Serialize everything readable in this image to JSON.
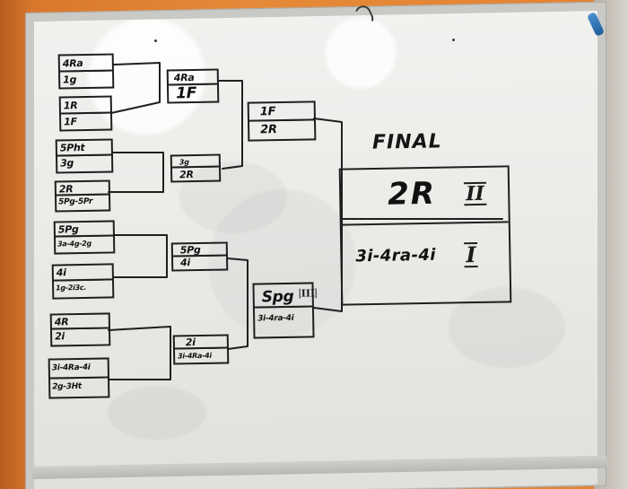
{
  "image": {
    "alt_text": "A whiteboard with a hand-drawn tournament bracket."
  },
  "bracket": {
    "round1": [
      {
        "top": "4Ra",
        "bottom": "1g"
      },
      {
        "top": "1R",
        "bottom": "1F"
      },
      {
        "top": "5Pht",
        "bottom": "3g"
      },
      {
        "top": "2R",
        "bottom": "5Pg-5Pr"
      },
      {
        "top": "5Pg",
        "bottom": "3a-4g-2g"
      },
      {
        "top": "4i",
        "bottom": "1g-2i3c."
      },
      {
        "top": "4R",
        "bottom": "2i"
      },
      {
        "top": "3i-4Ra-4i",
        "bottom": "2g-3Ht"
      }
    ],
    "round2": [
      {
        "top": "4Ra",
        "bottom": "1F"
      },
      {
        "top": "3g",
        "bottom": "2R"
      },
      {
        "top": "5Pg",
        "bottom": "4i"
      },
      {
        "top": "2i",
        "bottom": "3i-4Ra-4i"
      }
    ],
    "round3": [
      {
        "top": "1F",
        "bottom": "2R"
      },
      {
        "top": "Spg",
        "bottom": "3i-4ra-4i"
      }
    ],
    "round3_marks": {
      "bottom_semifinal_roman": "III"
    },
    "final": {
      "title": "FINAL",
      "top": "2R",
      "top_roman": "II",
      "bottom": "3i-4ra-4i",
      "bottom_roman": "I"
    }
  },
  "colors": {
    "marker": "#1f1f1f",
    "board": "#eeeeeb",
    "wall": "#e58a38"
  }
}
